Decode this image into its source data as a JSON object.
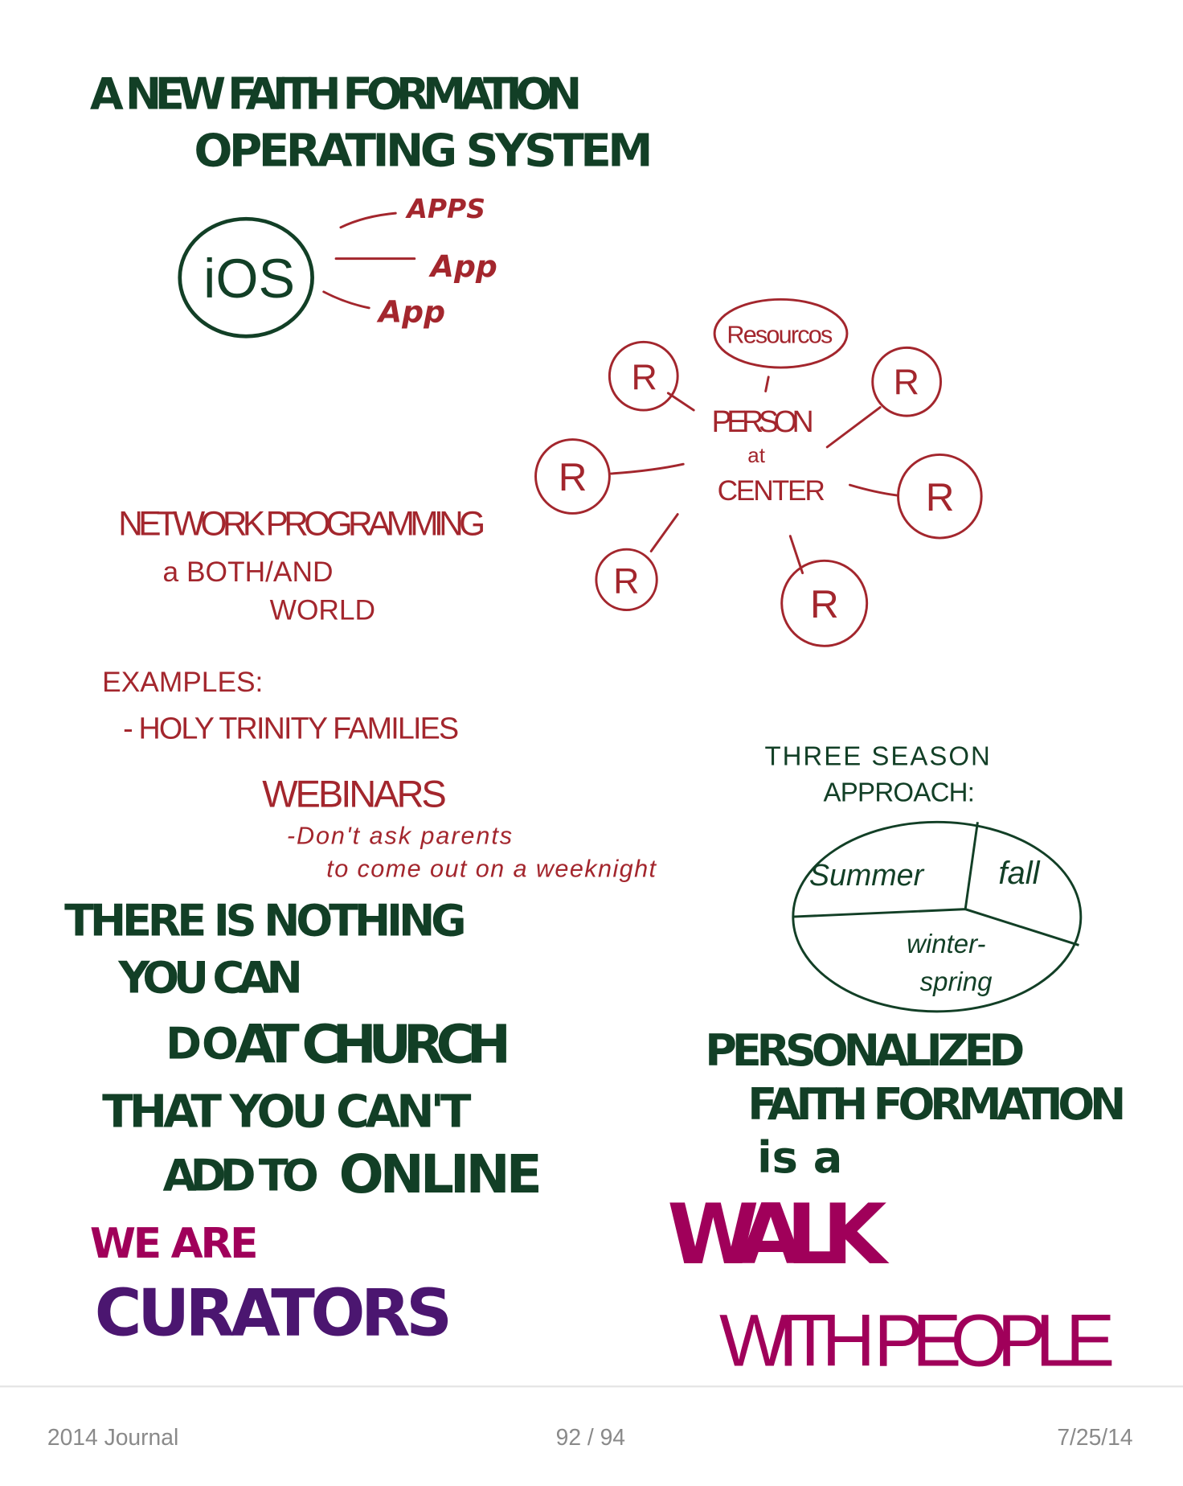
{
  "page": {
    "title_line1": "A NEW FAITH FORMATION",
    "title_line2": "OPERATING SYSTEM",
    "ios": {
      "label": "iOS",
      "apps": [
        "APPS",
        "App",
        "App"
      ]
    },
    "network": {
      "center_line1": "PERSON",
      "center_line2": "at",
      "center_line3": "CENTER",
      "resources": "Resourcos",
      "node_label": "R"
    },
    "network_programming": {
      "heading": "NETWORK PROGRAMMING",
      "line2": "a BOTH/AND",
      "line3": "WORLD"
    },
    "examples": {
      "heading": "EXAMPLES:",
      "item1": "- HOLY TRINITY FAMILIES",
      "item2": "WEBINARS",
      "note1": "-Don't ask parents",
      "note2": "to come out on a weeknight"
    },
    "seasons": {
      "heading1": "THREE SEASON",
      "heading2": "APPROACH:",
      "summer": "Summer",
      "fall": "fall",
      "winter": "winter-",
      "spring": "spring"
    },
    "quote": {
      "line1": "THERE IS NOTHING",
      "line2": "YOU CAN",
      "line3a": "DO",
      "line3b": "AT CHURCH",
      "line4": "THAT YOU CAN'T",
      "line5a": "ADD TO",
      "line5b": "ONLINE"
    },
    "curators": {
      "line1": "WE ARE",
      "line2": "CURATORS"
    },
    "personalized": {
      "line1": "PERSONALIZED",
      "line2": "FAITH FORMATION",
      "line3": "is a",
      "line4": "WALK",
      "line5": "WITH PEOPLE"
    }
  },
  "footer": {
    "journal": "2014 Journal",
    "page": "92 / 94",
    "date": "7/25/14"
  },
  "colors": {
    "green": "#123f26",
    "red": "#a3262d",
    "magenta": "#a0005a",
    "purple": "#4b1670"
  }
}
